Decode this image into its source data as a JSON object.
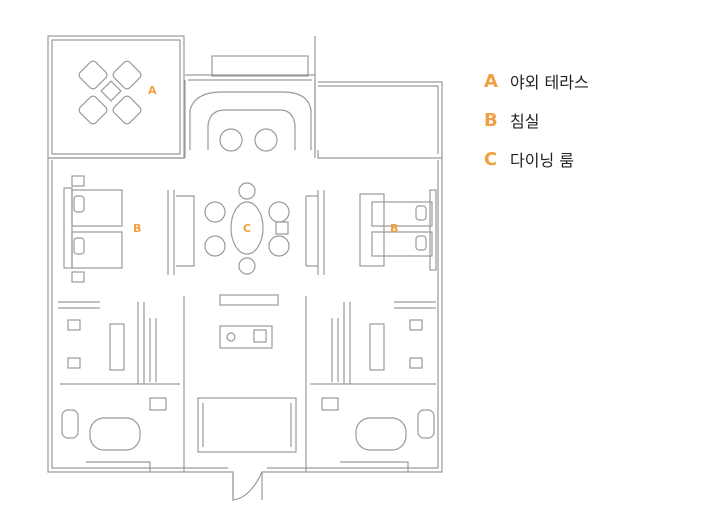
{
  "legend": [
    {
      "letter": "A",
      "text": "야외 테라스"
    },
    {
      "letter": "B",
      "text": "침실"
    },
    {
      "letter": "C",
      "text": "다이닝 룸"
    }
  ],
  "plan_labels": {
    "a": "A",
    "b_left": "B",
    "c": "C",
    "b_right": "B"
  },
  "colors": {
    "accent": "#f0a040",
    "line": "#9a9a9a",
    "text": "#222222"
  }
}
